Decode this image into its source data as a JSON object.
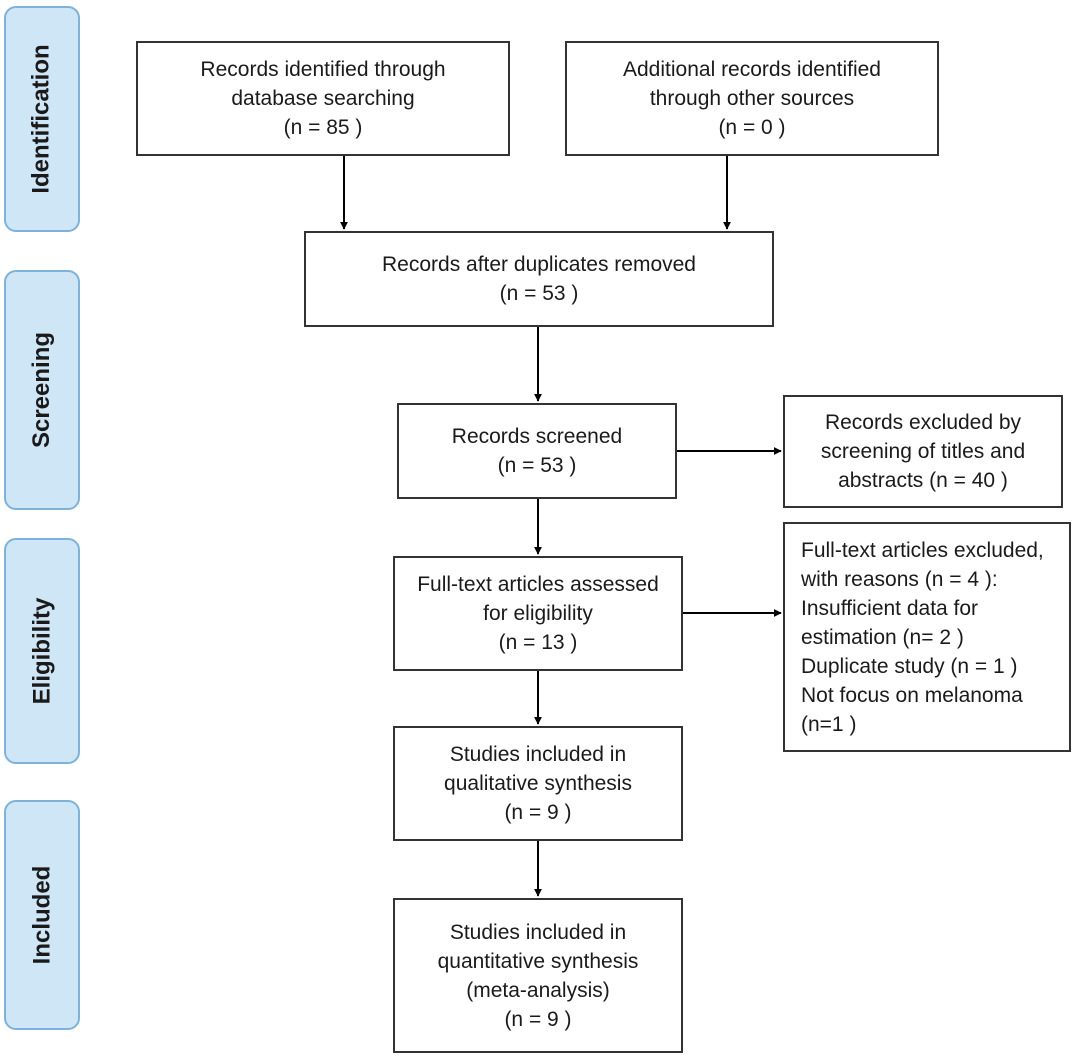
{
  "phases": {
    "identification": "Identification",
    "screening": "Screening",
    "eligibility": "Eligibility",
    "included": "Included"
  },
  "boxes": {
    "db_search": [
      "Records identified through",
      "database searching",
      "(n = 85 )"
    ],
    "other_sources": [
      "Additional records identified",
      "through other sources",
      "(n =  0 )"
    ],
    "after_duplicates": [
      "Records after duplicates removed",
      "(n =  53 )"
    ],
    "screened": [
      "Records screened",
      "(n =  53 )"
    ],
    "excluded_screening": [
      "Records excluded by",
      "screening of titles and",
      "abstracts (n = 40  )"
    ],
    "fulltext_assessed": [
      "Full-text articles assessed",
      "for eligibility",
      "(n =  13 )"
    ],
    "fulltext_excluded": [
      "Full-text articles excluded,",
      "with reasons (n = 4 ):",
      "Insufficient data for",
      "estimation (n= 2 )",
      "Duplicate study (n = 1 )",
      "Not focus on melanoma",
      "(n=1 )"
    ],
    "qualitative": [
      "Studies included in",
      "qualitative synthesis",
      "(n =  9 )"
    ],
    "quantitative": [
      "Studies included in",
      "quantitative synthesis",
      "(meta-analysis)",
      "(n =  9 )"
    ]
  },
  "colors": {
    "phase_fill": "#cfe6f7",
    "phase_border": "#7fb2d8",
    "box_border": "#333333",
    "arrow": "#000000"
  }
}
